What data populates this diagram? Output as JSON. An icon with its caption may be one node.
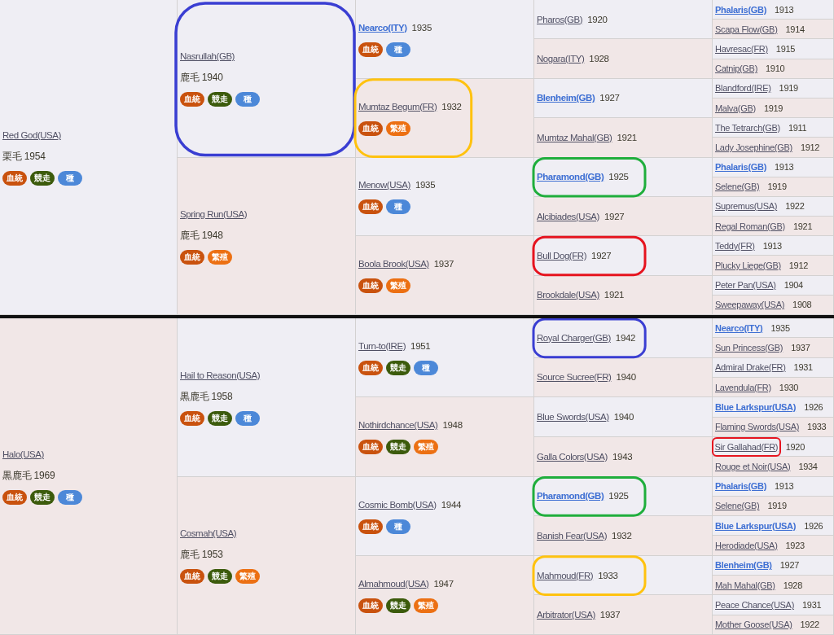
{
  "diagram": {
    "nodes": [
      {
        "text": [
          "Red God(USA)",
          "栗毛 1954"
        ]
      },
      {
        "text": [
          "血統"
        ],
        "in": 0
      },
      {
        "text": [
          "競走"
        ],
        "in": 0
      },
      {
        "text": [
          "種"
        ],
        "in": 0
      },
      {
        "text": [
          "Nasrullah(GB)",
          "鹿毛 1940"
        ]
      },
      {
        "text": [
          "血統"
        ],
        "in": 4
      },
      {
        "text": [
          "競走"
        ],
        "in": 4
      },
      {
        "text": [
          "種"
        ],
        "in": 4
      },
      {
        "text": [
          "Nearco(ITY)",
          "1935"
        ]
      },
      {
        "text": [
          "血統"
        ],
        "in": 8
      },
      {
        "text": [
          "種"
        ],
        "in": 8
      },
      {
        "text": [
          "Pharos(GB)",
          "1920"
        ]
      },
      {
        "text": [
          "Phalaris(GB)",
          "1913"
        ]
      },
      {
        "text": [
          "Scapa Flow(GB)",
          "1914"
        ]
      },
      {
        "text": [
          "Nogara(ITY)",
          "1928"
        ]
      },
      {
        "text": [
          "Havresac(FR)",
          "1915"
        ]
      },
      {
        "text": [
          "Catnip(GB)",
          "1910"
        ]
      },
      {
        "text": [
          "Mumtaz Begum(FR)",
          "1932"
        ]
      },
      {
        "text": [
          "血統"
        ],
        "in": 17
      },
      {
        "text": [
          "繁殖"
        ],
        "in": 17
      },
      {
        "text": [
          "Blenheim(GB)",
          "1927"
        ]
      },
      {
        "text": [
          "Blandford(IRE)",
          "1919"
        ]
      },
      {
        "text": [
          "Malva(GB)",
          "1919"
        ]
      },
      {
        "text": [
          "Mumtaz Mahal(GB)",
          "1921"
        ]
      },
      {
        "text": [
          "The Tetrarch(GB)",
          "1911"
        ]
      },
      {
        "text": [
          "Lady Josephine(GB)",
          "1912"
        ]
      },
      {
        "text": [
          "Spring Run(USA)",
          "鹿毛 1948"
        ]
      },
      {
        "text": [
          "血統"
        ],
        "in": 26
      },
      {
        "text": [
          "繁殖"
        ],
        "in": 26
      },
      {
        "text": [
          "Menow(USA)",
          "1935"
        ]
      },
      {
        "text": [
          "血統"
        ],
        "in": 29
      },
      {
        "text": [
          "種"
        ],
        "in": 29
      },
      {
        "text": [
          "Pharamond(GB)",
          "1925"
        ]
      },
      {
        "text": [
          "Phalaris(GB)",
          "1913"
        ]
      },
      {
        "text": [
          "Selene(GB)",
          "1919"
        ]
      },
      {
        "text": [
          "Alcibiades(USA)",
          "1927"
        ]
      },
      {
        "text": [
          "Supremus(USA)",
          "1922"
        ]
      },
      {
        "text": [
          "Regal Roman(GB)",
          "1921"
        ]
      },
      {
        "text": [
          "Boola Brook(USA)",
          "1937"
        ]
      },
      {
        "text": [
          "血統"
        ],
        "in": 38
      },
      {
        "text": [
          "繁殖"
        ],
        "in": 38
      },
      {
        "text": [
          "Bull Dog(FR)",
          "1927"
        ]
      },
      {
        "text": [
          "Teddy(FR)",
          "1913"
        ]
      },
      {
        "text": [
          "Plucky Liege(GB)",
          "1912"
        ]
      },
      {
        "text": [
          "Brookdale(USA)",
          "1921"
        ]
      },
      {
        "text": [
          "Peter Pan(USA)",
          "1904"
        ]
      },
      {
        "text": [
          "Sweepaway(USA)",
          "1908"
        ]
      },
      {
        "text": [
          "Halo(USA)",
          "黒鹿毛 1969"
        ]
      },
      {
        "text": [
          "血統"
        ],
        "in": 47
      },
      {
        "text": [
          "競走"
        ],
        "in": 47
      },
      {
        "text": [
          "種"
        ],
        "in": 47
      },
      {
        "text": [
          "Hail to Reason(USA)",
          "黒鹿毛 1958"
        ]
      },
      {
        "text": [
          "血統"
        ],
        "in": 51
      },
      {
        "text": [
          "競走"
        ],
        "in": 51
      },
      {
        "text": [
          "種"
        ],
        "in": 51
      },
      {
        "text": [
          "Turn-to(IRE)",
          "1951"
        ]
      },
      {
        "text": [
          "血統"
        ],
        "in": 55
      },
      {
        "text": [
          "競走"
        ],
        "in": 55
      },
      {
        "text": [
          "種"
        ],
        "in": 55
      },
      {
        "text": [
          "Royal Charger(GB)",
          "1942"
        ]
      },
      {
        "text": [
          "Nearco(ITY)",
          "1935"
        ]
      },
      {
        "text": [
          "Sun Princess(GB)",
          "1937"
        ]
      },
      {
        "text": [
          "Source Sucree(FR)",
          "1940"
        ]
      },
      {
        "text": [
          "Admiral Drake(FR)",
          "1931"
        ]
      },
      {
        "text": [
          "Lavendula(FR)",
          "1930"
        ]
      },
      {
        "text": [
          "Nothirdchance(USA)",
          "1948"
        ]
      },
      {
        "text": [
          "血統"
        ],
        "in": 65
      },
      {
        "text": [
          "競走"
        ],
        "in": 65
      },
      {
        "text": [
          "繁殖"
        ],
        "in": 65
      },
      {
        "text": [
          "Blue Swords(USA)",
          "1940"
        ]
      },
      {
        "text": [
          "Blue Larkspur(USA)",
          "1926"
        ]
      },
      {
        "text": [
          "Flaming Swords(USA)",
          "1933"
        ]
      },
      {
        "text": [
          "Galla Colors(USA)",
          "1943"
        ]
      },
      {
        "text": [
          "Sir Gallahad(FR)",
          "1920"
        ]
      },
      {
        "text": [
          "Rouge et Noir(USA)",
          "1934"
        ]
      },
      {
        "text": [
          "Cosmah(USA)",
          "鹿毛 1953"
        ]
      },
      {
        "text": [
          "血統"
        ],
        "in": 75
      },
      {
        "text": [
          "競走"
        ],
        "in": 75
      },
      {
        "text": [
          "繁殖"
        ],
        "in": 75
      },
      {
        "text": [
          "Cosmic Bomb(USA)",
          "1944"
        ]
      },
      {
        "text": [
          "血統"
        ],
        "in": 79
      },
      {
        "text": [
          "種"
        ],
        "in": 79
      },
      {
        "text": [
          "Pharamond(GB)",
          "1925"
        ]
      },
      {
        "text": [
          "Phalaris(GB)",
          "1913"
        ]
      },
      {
        "text": [
          "Selene(GB)",
          "1919"
        ]
      },
      {
        "text": [
          "Banish Fear(USA)",
          "1932"
        ]
      },
      {
        "text": [
          "Blue Larkspur(USA)",
          "1926"
        ]
      },
      {
        "text": [
          "Herodiade(USA)",
          "1923"
        ]
      },
      {
        "text": [
          "Almahmoud(USA)",
          "1947"
        ]
      },
      {
        "text": [
          "血統"
        ],
        "in": 88
      },
      {
        "text": [
          "競走"
        ],
        "in": 88
      },
      {
        "text": [
          "繁殖"
        ],
        "in": 88
      },
      {
        "text": [
          "Mahmoud(FR)",
          "1933"
        ]
      },
      {
        "text": [
          "Blenheim(GB)",
          "1927"
        ]
      },
      {
        "text": [
          "Mah Mahal(GB)",
          "1928"
        ]
      },
      {
        "text": [
          "Arbitrator(USA)",
          "1937"
        ]
      },
      {
        "text": [
          "Peace Chance(USA)",
          "1931"
        ]
      },
      {
        "text": [
          "Mother Goose(USA)",
          "1922"
        ]
      }
    ]
  }
}
